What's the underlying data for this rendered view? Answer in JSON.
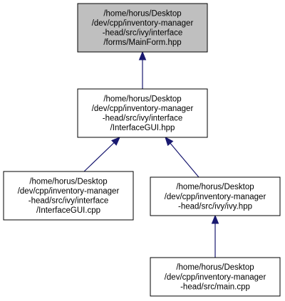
{
  "diagram": {
    "nodes": [
      {
        "id": "mainform",
        "lines": [
          "/home/horus/Desktop",
          "/dev/cpp/inventory-manager",
          "-head/src/ivy/interface",
          "/forms/MainForm.hpp"
        ],
        "highlighted": true
      },
      {
        "id": "interfacegui_hpp",
        "lines": [
          "/home/horus/Desktop",
          "/dev/cpp/inventory-manager",
          "-head/src/ivy/interface",
          "/InterfaceGUI.hpp"
        ],
        "highlighted": false
      },
      {
        "id": "interfacegui_cpp",
        "lines": [
          "/home/horus/Desktop",
          "/dev/cpp/inventory-manager",
          "-head/src/ivy/interface",
          "/InterfaceGUI.cpp"
        ],
        "highlighted": false
      },
      {
        "id": "ivy_hpp",
        "lines": [
          "/home/horus/Desktop",
          "/dev/cpp/inventory-manager",
          "-head/src/ivy/ivy.hpp"
        ],
        "highlighted": false
      },
      {
        "id": "main_cpp",
        "lines": [
          "/home/horus/Desktop",
          "/dev/cpp/inventory-manager",
          "-head/src/main.cpp"
        ],
        "highlighted": false
      }
    ],
    "edges": [
      {
        "from": "interfacegui_hpp",
        "to": "mainform"
      },
      {
        "from": "interfacegui_cpp",
        "to": "interfacegui_hpp"
      },
      {
        "from": "ivy_hpp",
        "to": "interfacegui_hpp"
      },
      {
        "from": "main_cpp",
        "to": "ivy_hpp"
      }
    ],
    "colors": {
      "highlight_fill": "#bfbfbf",
      "node_fill": "#ffffff",
      "node_stroke": "#000000",
      "edge": "#191970"
    }
  }
}
